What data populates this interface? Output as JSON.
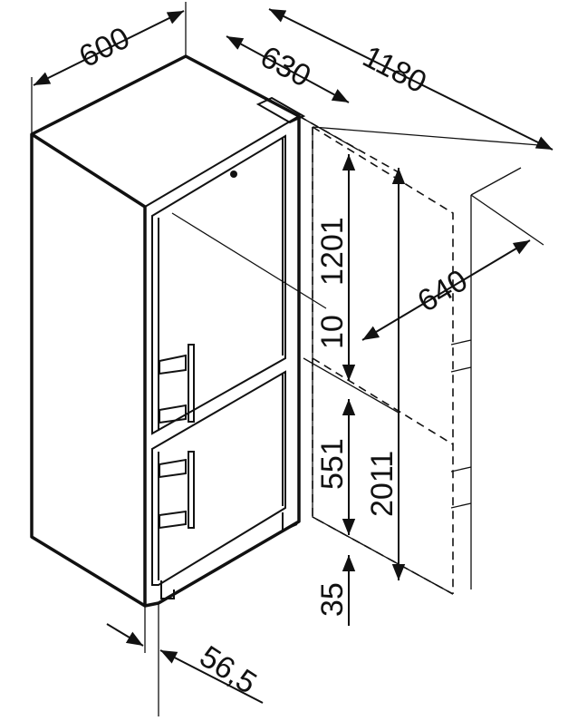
{
  "title": "Fridge-freezer installation dimensions",
  "dimensions": {
    "width": "600",
    "depth": "630",
    "depth_door_open": "1180",
    "fridge_height": "1201",
    "gap": "10",
    "niche_depth": "640",
    "freezer_height": "551",
    "total_height": "2011",
    "plinth": "35",
    "door_offset": "56,5"
  },
  "colors": {
    "line": "#111111",
    "background": "#ffffff"
  }
}
